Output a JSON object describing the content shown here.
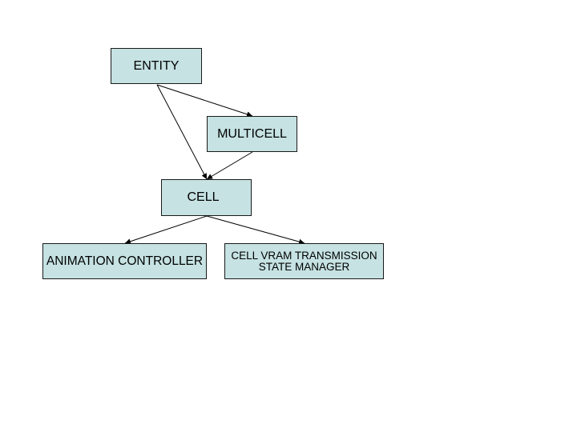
{
  "diagram": {
    "fill_color": "#c6e2e3",
    "line_color": "#1a1a1a",
    "nodes": {
      "entity": {
        "label": "ENTITY"
      },
      "multicell": {
        "label": "MULTICELL"
      },
      "cell": {
        "label": "CELL"
      },
      "animation_controller": {
        "label": "ANIMATION CONTROLLER"
      },
      "vram_manager": {
        "line1": "CELL VRAM TRANSMISSION",
        "line2": "STATE MANAGER"
      }
    },
    "edges": [
      {
        "from": "ENTITY",
        "to": "MULTICELL"
      },
      {
        "from": "ENTITY",
        "to": "CELL"
      },
      {
        "from": "MULTICELL",
        "to": "CELL"
      },
      {
        "from": "CELL",
        "to": "ANIMATION CONTROLLER"
      },
      {
        "from": "CELL",
        "to": "CELL VRAM TRANSMISSION STATE MANAGER"
      }
    ]
  }
}
